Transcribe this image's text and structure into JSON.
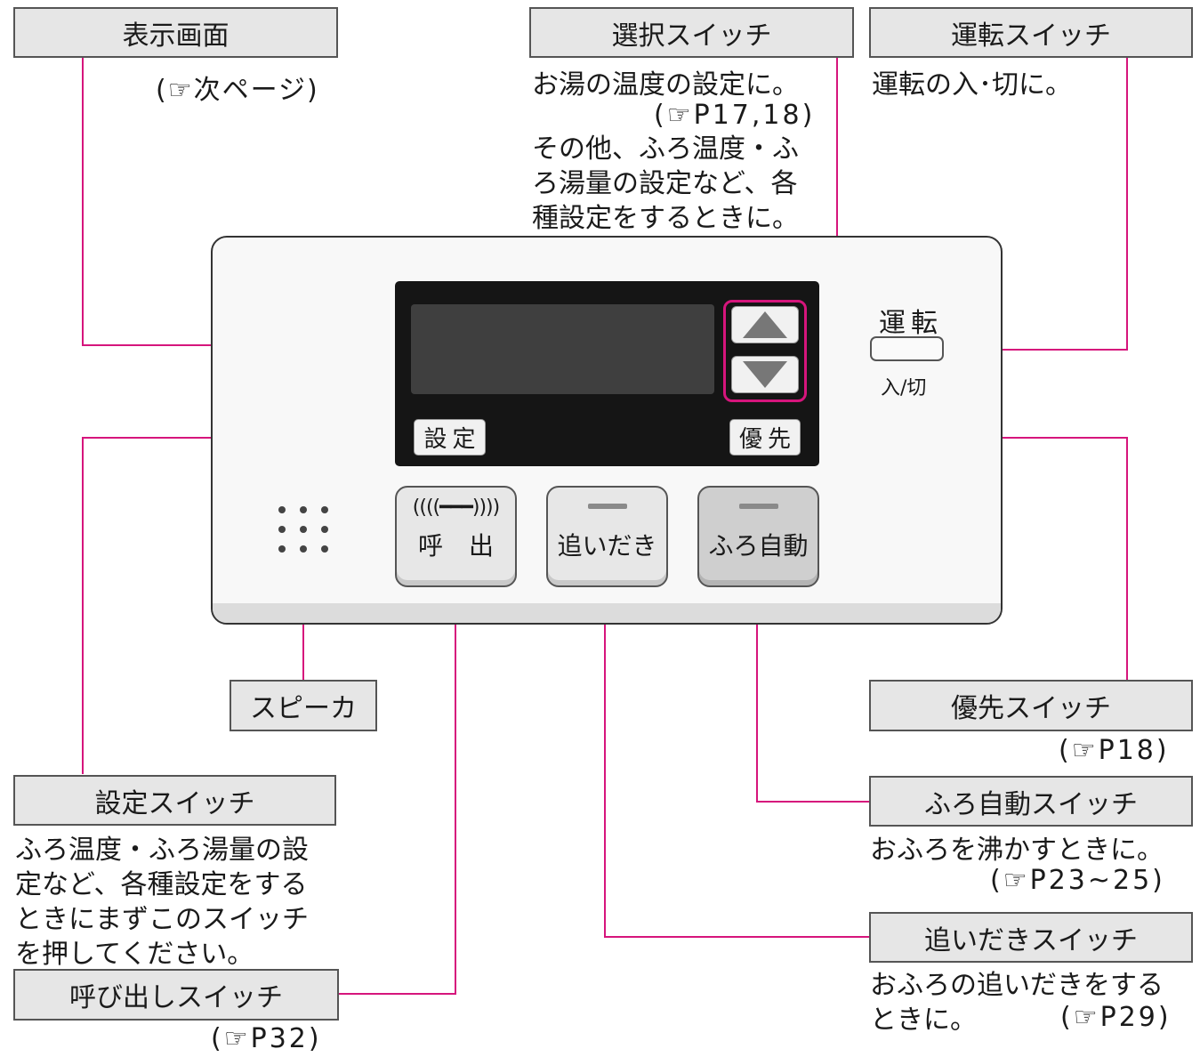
{
  "labels": {
    "display": "表示画面",
    "select": "選択スイッチ",
    "run": "運転スイッチ",
    "priority": "優先スイッチ",
    "speaker": "スピーカ",
    "setting": "設定スイッチ",
    "bath_auto": "ふろ自動スイッチ",
    "reheat": "追いだきスイッチ",
    "call": "呼び出しスイッチ"
  },
  "descriptions": {
    "display_ref": "(☞次ページ)",
    "select_desc1": "お湯の温度の設定に。",
    "select_ref": "(☞P17,18)",
    "select_desc2": "その他、ふろ温度・ふ\nろ湯量の設定など、各\n種設定をするときに。",
    "run_desc": "運転の入･切に。",
    "priority_ref": "(☞P18)",
    "setting_desc": "ふろ温度・ふろ湯量の設\n定など、各種設定をする\nときにまずこのスイッチ\nを押してください。",
    "call_ref": "(☞P32)",
    "bath_auto_desc": "おふろを沸かすときに。",
    "bath_auto_ref": "(☞P23~25)",
    "reheat_desc": "おふろの追いだきをする\nときに。",
    "reheat_ref": "(☞P29)"
  },
  "panel": {
    "settei_btn": "設定",
    "yusen_btn": "優先",
    "call_icon": "((((━━━))))",
    "call_btn": "呼 出",
    "reheat_btn": "追いだき",
    "bath_auto_btn": "ふろ自動",
    "run_label": "運転",
    "run_sub": "入/切"
  },
  "colors": {
    "leader": "#d6157c",
    "label_bg": "#e6e6e6"
  }
}
